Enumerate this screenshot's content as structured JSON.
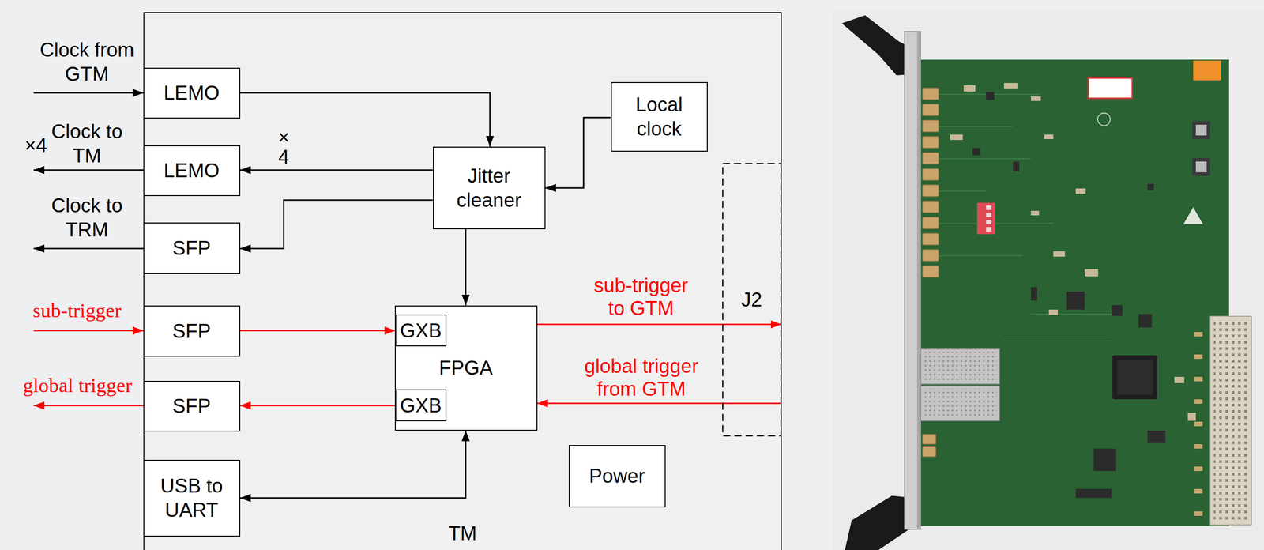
{
  "diagram": {
    "nodes": [
      {
        "text": [
          "TM"
        ]
      },
      {
        "text": [
          "LEMO"
        ],
        "in": 0
      },
      {
        "text": [
          "LEMO"
        ],
        "in": 0
      },
      {
        "text": [
          "SFP"
        ],
        "in": 0
      },
      {
        "text": [
          "SFP"
        ],
        "in": 0
      },
      {
        "text": [
          "SFP"
        ],
        "in": 0
      },
      {
        "text": [
          "USB to UART"
        ],
        "in": 0
      },
      {
        "text": [
          "Local clock"
        ],
        "in": 0
      },
      {
        "text": [
          "Jitter cleaner"
        ],
        "in": 0
      },
      {
        "text": [
          "FPGA"
        ],
        "in": 0
      },
      {
        "text": [
          "GXB"
        ],
        "in": 9
      },
      {
        "text": [
          "GXB"
        ],
        "in": 9
      },
      {
        "text": [
          "Power"
        ],
        "in": 0
      },
      {
        "text": [
          "J2"
        ],
        "in": 0
      }
    ],
    "edges": [
      {
        "from": 1,
        "to": 8,
        "arrow": "to"
      },
      {
        "from": 8,
        "to": 2,
        "label": "× 4",
        "arrow": "to"
      },
      {
        "from": 8,
        "to": 3,
        "arrow": "to"
      },
      {
        "from": 7,
        "to": 8,
        "arrow": "to"
      },
      {
        "from": 8,
        "to": 9,
        "arrow": "to"
      },
      {
        "from": 4,
        "to": 10,
        "arrow": "to"
      },
      {
        "from": 11,
        "to": 5,
        "arrow": "to"
      },
      {
        "from": 6,
        "to": 9,
        "arrow": "both"
      },
      {
        "from": 9,
        "to": 13,
        "label": "sub-trigger to GTM",
        "arrow": "to"
      },
      {
        "from": 13,
        "to": 9,
        "label": "global trigger from GTM",
        "arrow": "to"
      }
    ],
    "labels": [
      "Clock from GTM",
      "×4",
      "Clock to TM",
      "Clock to TRM",
      "sub-trigger",
      "global trigger"
    ]
  }
}
